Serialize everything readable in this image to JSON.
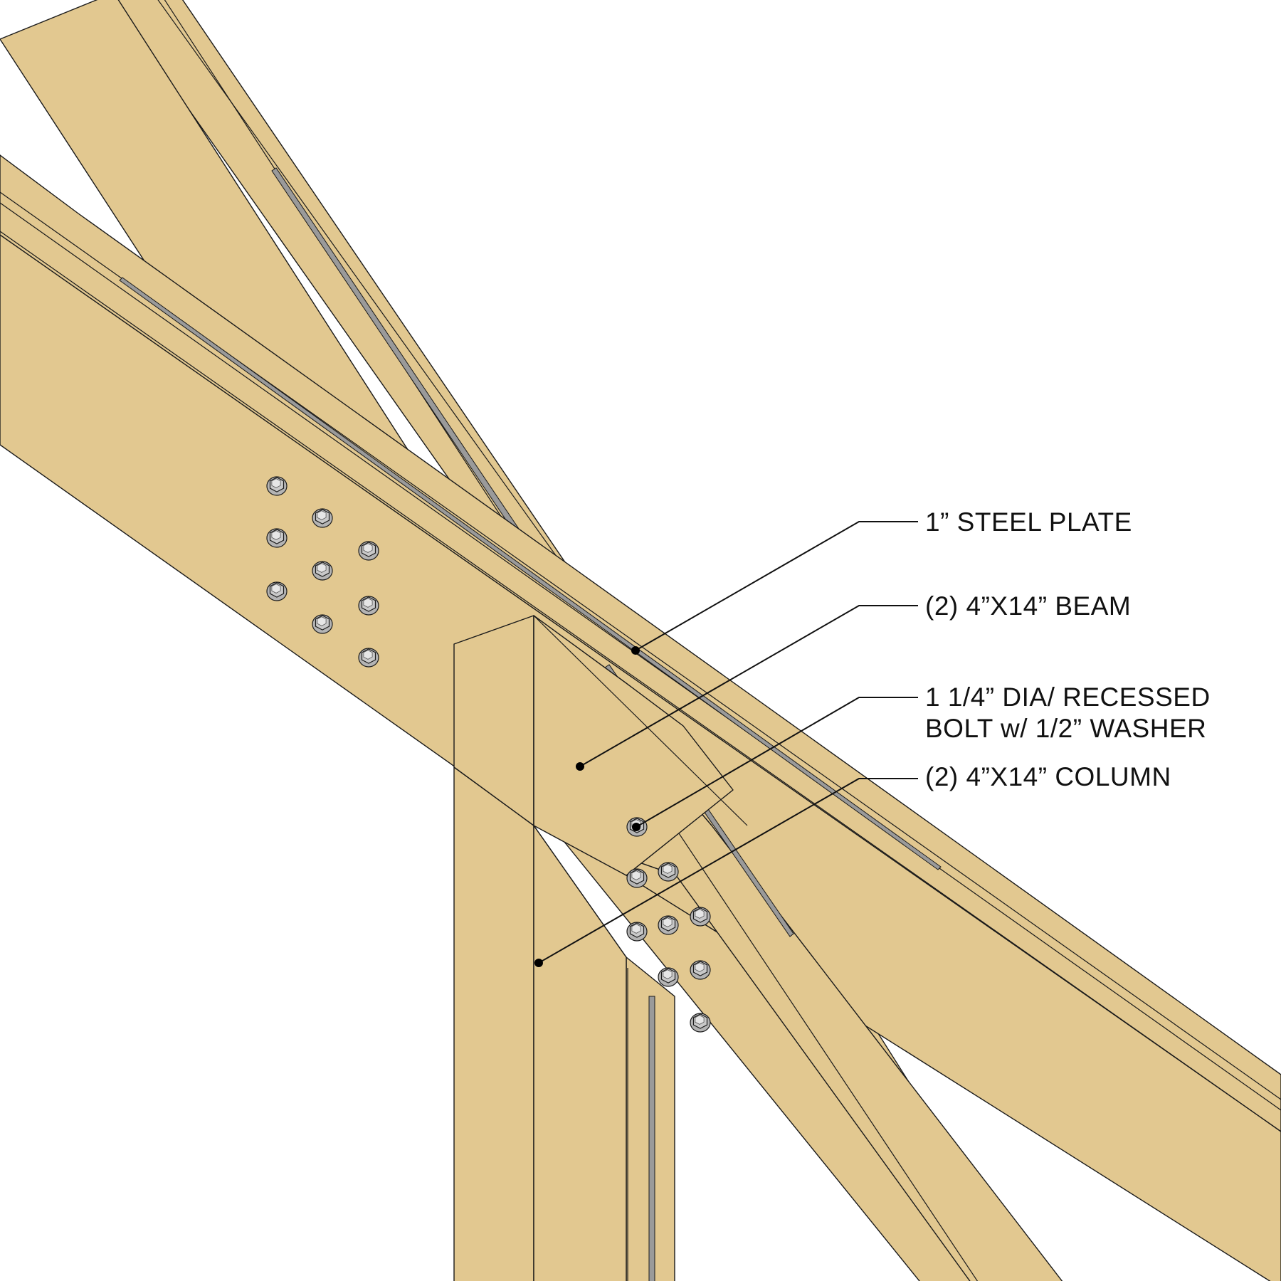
{
  "diagram": {
    "colors": {
      "wood": "#e2c890",
      "steel_plate": "#9a9a9a",
      "bolt": "#c9c9c9",
      "line": "#1a1a1a",
      "background": "#ffffff"
    },
    "callouts": [
      {
        "id": "steel-plate",
        "lines": [
          "1” STEEL PLATE"
        ]
      },
      {
        "id": "beam",
        "lines": [
          "(2) 4”X14” BEAM"
        ]
      },
      {
        "id": "bolt",
        "lines": [
          "1 1/4” DIA/ RECESSED",
          "BOLT w/ 1/2” WASHER"
        ]
      },
      {
        "id": "column",
        "lines": [
          "(2) 4”X14” COLUMN"
        ]
      }
    ],
    "bolt_icon": "hex-bolt-icon"
  }
}
